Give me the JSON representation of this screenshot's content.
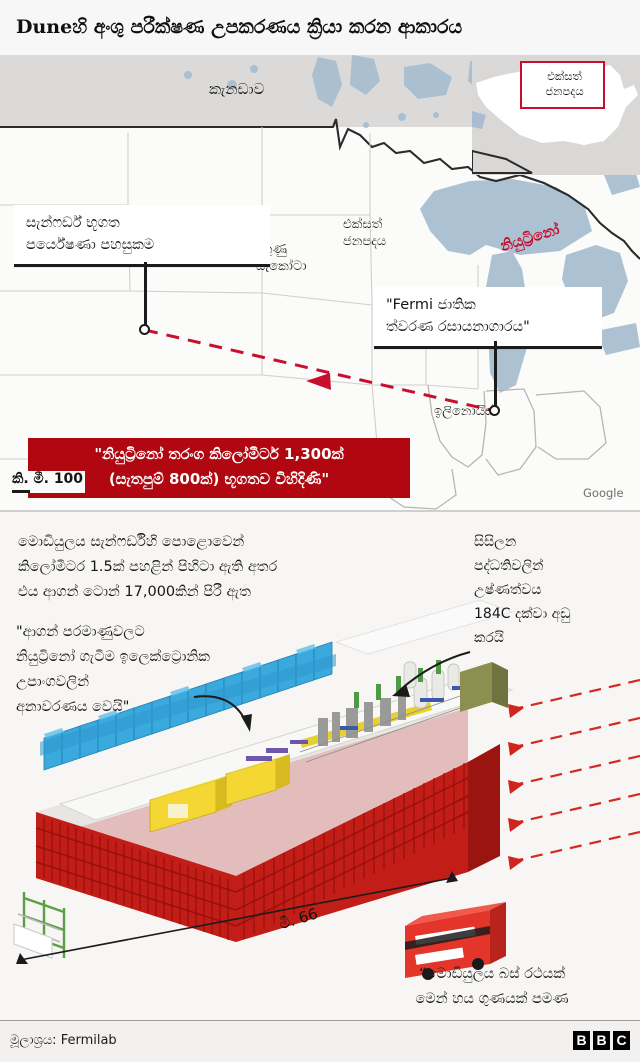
{
  "header": {
    "title": "Duneහි අංශු පරීක්ෂණ උපකරණය ක්‍රියා කරන ආකාරය"
  },
  "map": {
    "labels": {
      "canada": "කැනඩාව",
      "united_states": "එක්සත්\nජනපදය",
      "united_states_l1": "එක්සත්",
      "united_states_l2": "ජනපදය",
      "south_dakota_l1": "දකුණු",
      "south_dakota_l2": "ඩැකෝටා",
      "illinois": "ඉලිනොයිස්"
    },
    "inset": {
      "label_l1": "එක්සත්",
      "label_l2": "ජනපදය",
      "border_color": "#c8102e"
    },
    "callouts": [
      {
        "id": "sanford",
        "line1": "සැන්ෆර්ඩ් භූගත",
        "line2": "පර්යේෂණා පහසුකම"
      },
      {
        "id": "fermi",
        "line1": "\"Fermi ජාතික",
        "line2": "ත්වරණ රසායනාගාරය\""
      }
    ],
    "banner": {
      "line1": "\"නියුට්‍රිනෝ තරංග කිලෝමීටර් 1,300ක්",
      "line2": "(සැතපුම් 800ක්) භූගතව විහිදිණි\"",
      "background": "#b00710",
      "text_color": "#ffffff"
    },
    "scale": {
      "label": "කි. මී. 100"
    },
    "attribution": "Google",
    "beam_color": "#c8102e",
    "water_color": "#a8bed0",
    "canada_fill": "#dbdad8"
  },
  "diagram": {
    "module_note": {
      "line1": "මොඩියුලය සැන්ෆර්ඩිහි පොළොවෙන්",
      "line2": "කිලෝමීටර 1.5ක් පහළින් පිහිටා ඇති අතර",
      "line3": "එය ආගන් ටොන් 17,000කින් පිරී ඇත"
    },
    "detection_note": {
      "line1": "\"ආගන් පරමාණුවලට",
      "line2": "නියුට්‍රිනෝ ගැටීම ඉලෙක්ට්‍රොනික",
      "line3": "උපාංගවලින්",
      "line4": "අනාවරණය වෙයි\""
    },
    "cooling_note": {
      "line1": "සිසිලන",
      "line2": "පද්ධතිවලින්",
      "line3": "උෂ්ණත්වය",
      "line4": "184C දක්වා අඩු",
      "line5": "කරයි"
    },
    "neutrino_label": "නියුට්‍රිනෝ",
    "dimension_label": "මී. 66",
    "bus_caption": {
      "line1": "“මොඩියුලය බස් රථයක්",
      "line2": "මෙන් හය ගුණයක් පමණ"
    },
    "colors": {
      "detector_red": "#d1221c",
      "panel_blue": "#35a8df",
      "panel_yellow": "#f2d733",
      "bus_red": "#e8372a",
      "neutrino_arrow": "#c8102e"
    }
  },
  "footer": {
    "source": "මූලාශ්‍රය: Fermilab",
    "logo": [
      "B",
      "B",
      "C"
    ]
  }
}
